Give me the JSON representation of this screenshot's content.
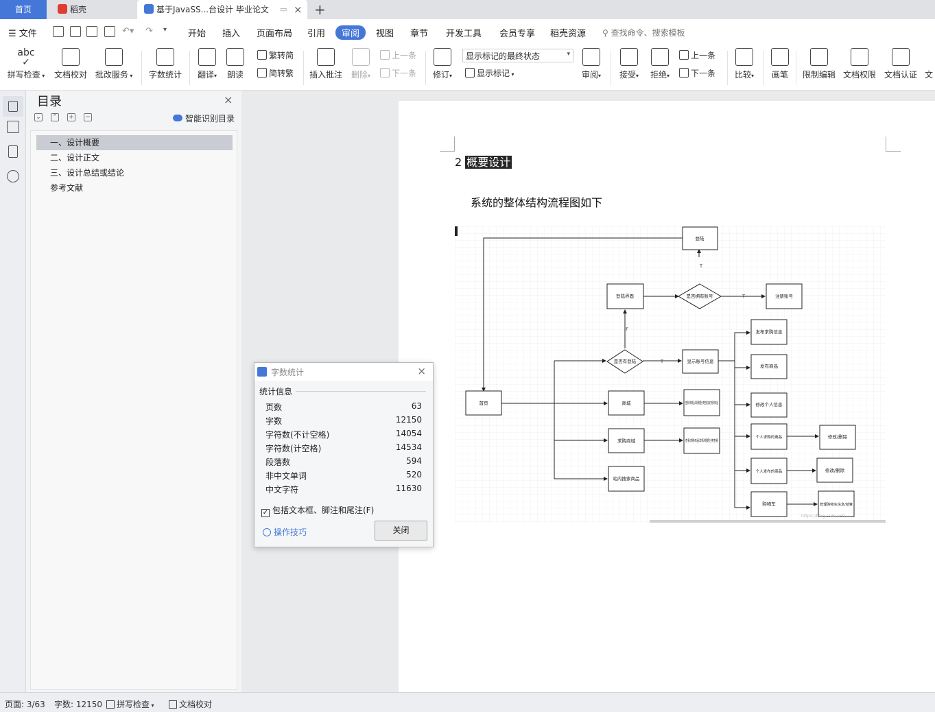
{
  "tabs": {
    "home": "首页",
    "daoke": "稻壳",
    "doc": "基于JavaSS...台设计 毕业论文"
  },
  "menu": {
    "file": "文件",
    "items": [
      "开始",
      "插入",
      "页面布局",
      "引用",
      "审阅",
      "视图",
      "章节",
      "开发工具",
      "会员专享",
      "稻壳资源"
    ],
    "active": "审阅",
    "search_placeholder": "查找命令、搜索模板"
  },
  "ribbon": {
    "spellcheck": "拼写检查",
    "doc_proof": "文档校对",
    "revise_service": "批改服务",
    "word_count": "字数统计",
    "translate": "翻译",
    "read_aloud": "朗读",
    "trad_to_simp": "繁转简",
    "simp_to_trad": "简转繁",
    "insert_comment": "插入批注",
    "delete": "删除",
    "prev_comment": "上一条",
    "next_comment": "下一条",
    "track_changes": "修订",
    "markup_state": "显示标记的最终状态",
    "show_markup": "显示标记",
    "review": "审阅",
    "accept": "接受",
    "reject": "拒绝",
    "prev_change": "上一条",
    "next_change": "下一条",
    "compare": "比较",
    "pen": "画笔",
    "restrict_edit": "限制编辑",
    "doc_permission": "文档权限",
    "doc_certify": "文档认证",
    "cut_off": "文"
  },
  "toc": {
    "title": "目录",
    "smart": "智能识别目录",
    "items": [
      "一、设计概要",
      "二、设计正文",
      "三、设计总结或结论",
      "参考文献"
    ]
  },
  "document": {
    "heading_num": "2",
    "heading_text": "概要设计",
    "paragraph": "系统的整体结构流程图如下"
  },
  "flowchart": {
    "nodes": {
      "login": "登陆",
      "login_page": "登陆界面",
      "has_account": "是否拥有账号",
      "register": "注册账号",
      "is_logged_in": "是否有登陆",
      "show_account": "显示账号信息",
      "post_purchase": "发布求购信息",
      "post_goods": "发布商品",
      "modify_info": "修改个人信息",
      "home": "首页",
      "mall": "商城",
      "view_goods": "查看所有商品详情/根据分类查看指定类别的商品",
      "my_purchase": "个人求购的商品",
      "modify_delete_1": "修改/删除",
      "purchase_mall": "求购商城",
      "view_purchase": "查看求购商品详情/根据分类查看",
      "my_posted": "个人发布的商品",
      "modify_delete_2": "修改/删除",
      "site_search": "站内搜索商品",
      "cart": "购物车",
      "manage_cart": "管理购物车信息/结算"
    },
    "labels": {
      "true_mark": "T",
      "false_mark": "F"
    },
    "watermark": "https://blog.csdn.net/..."
  },
  "dialog": {
    "title": "字数统计",
    "section": "统计信息",
    "rows": [
      {
        "label": "页数",
        "value": "63"
      },
      {
        "label": "字数",
        "value": "12150"
      },
      {
        "label": "字符数(不计空格)",
        "value": "14054"
      },
      {
        "label": "字符数(计空格)",
        "value": "14534"
      },
      {
        "label": "段落数",
        "value": "594"
      },
      {
        "label": "非中文单词",
        "value": "520"
      },
      {
        "label": "中文字符",
        "value": "11630"
      }
    ],
    "include_label": "包括文本框、脚注和尾注(F)",
    "include_checked": true,
    "tips": "操作技巧",
    "close_button": "关闭"
  },
  "status": {
    "page": "页面: 3/63",
    "words": "字数: 12150",
    "spellcheck": "拼写检查",
    "doc_proof": "文档校对"
  },
  "colors": {
    "accent": "#4577d9",
    "highlight_bg": "#262626"
  }
}
